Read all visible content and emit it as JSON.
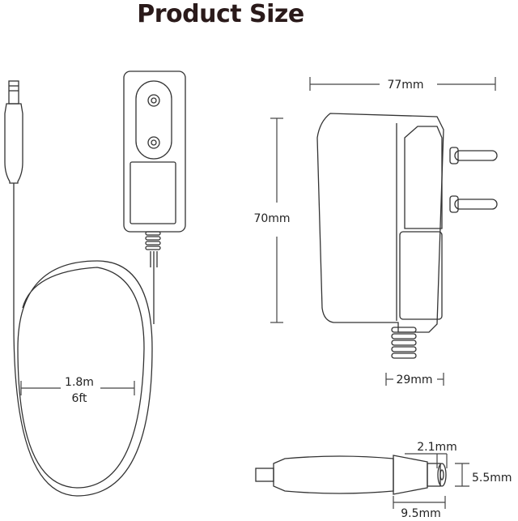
{
  "title": "Product Size",
  "dimensions": {
    "width": "77mm",
    "height": "70mm",
    "neck_width": "29mm",
    "cable_length_metric": "1.8m",
    "cable_length_imperial": "6ft",
    "inner_diameter": "2.1mm",
    "outer_diameter": "5.5mm",
    "plug_length": "9.5mm"
  },
  "colors": {
    "line": "#333333",
    "title": "#2a1a1a",
    "background": "#ffffff"
  }
}
